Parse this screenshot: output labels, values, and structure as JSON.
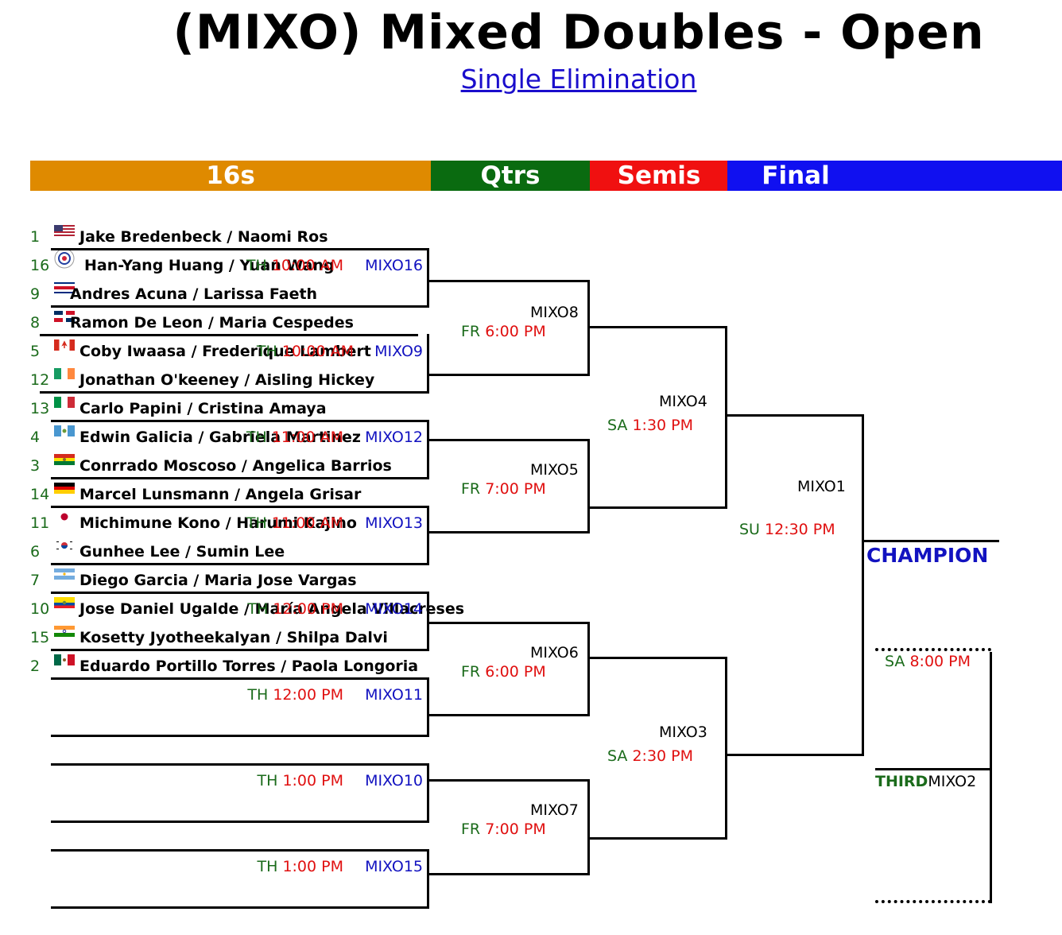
{
  "title": "(MIXO) Mixed Doubles - Open",
  "subtitle": "Single Elimination",
  "rounds": [
    {
      "label": "16s",
      "color": "#df8a00"
    },
    {
      "label": "Qtrs",
      "color": "#0a6b10"
    },
    {
      "label": "Semis",
      "color": "#f01010"
    },
    {
      "label": "Final",
      "color": "#1010f0"
    }
  ],
  "teams": [
    {
      "seed": "1",
      "name": "Jake Bredenbeck / Naomi Ros",
      "flag": "usa-flag-icon"
    },
    {
      "seed": "16",
      "name": "Han-Yang Huang / Yuan Wang",
      "flag": "chinese-taipei-flag-icon"
    },
    {
      "seed": "9",
      "name": "Andres Acuna / Larissa Faeth",
      "flag": "costa-rica-flag-icon"
    },
    {
      "seed": "8",
      "name": "Ramon De Leon / Maria Cespedes",
      "flag": "dominican-republic-flag-icon"
    },
    {
      "seed": "5",
      "name": "Coby Iwaasa / Frederique Lambert",
      "flag": "canada-flag-icon"
    },
    {
      "seed": "12",
      "name": "Jonathan O'keeney / Aisling Hickey",
      "flag": "ireland-flag-icon"
    },
    {
      "seed": "13",
      "name": "Carlo Papini / Cristina Amaya",
      "flag": "italy-flag-icon"
    },
    {
      "seed": "4",
      "name": "Edwin Galicia / Gabriela Martinez",
      "flag": "guatemala-flag-icon"
    },
    {
      "seed": "3",
      "name": "Conrrado Moscoso / Angelica Barrios",
      "flag": "bolivia-flag-icon"
    },
    {
      "seed": "14",
      "name": "Marcel Lunsmann / Angela Grisar",
      "flag": "germany-flag-icon"
    },
    {
      "seed": "11",
      "name": "Michimune Kono / Harumi Kajino",
      "flag": "japan-flag-icon"
    },
    {
      "seed": "6",
      "name": "Gunhee Lee / Sumin Lee",
      "flag": "south-korea-flag-icon"
    },
    {
      "seed": "7",
      "name": "Diego Garcia / Maria Jose Vargas",
      "flag": "argentina-flag-icon"
    },
    {
      "seed": "10",
      "name": "Jose Daniel Ugalde / María Angela Villacreses",
      "flag": "ecuador-flag-icon"
    },
    {
      "seed": "15",
      "name": "Kosetty Jyotheekalyan / Shilpa Dalvi",
      "flag": "india-flag-icon"
    },
    {
      "seed": "2",
      "name": "Eduardo Portillo Torres / Paola Longoria",
      "flag": "mexico-flag-icon"
    }
  ],
  "r16": [
    {
      "day": "TH",
      "time": "10:00 AM",
      "code": "MIXO16"
    },
    {
      "day": "TH",
      "time": "10:00 AM",
      "code": "MIXO9"
    },
    {
      "day": "TH",
      "time": "11:00 AM",
      "code": "MIXO12"
    },
    {
      "day": "TH",
      "time": "11:00 AM",
      "code": "MIXO13"
    },
    {
      "day": "TH",
      "time": "12:00 PM",
      "code": "MIXO14"
    },
    {
      "day": "TH",
      "time": "12:00 PM",
      "code": "MIXO11"
    },
    {
      "day": "TH",
      "time": "1:00 PM",
      "code": "MIXO10"
    },
    {
      "day": "TH",
      "time": "1:00 PM",
      "code": "MIXO15"
    }
  ],
  "qtrs": [
    {
      "code": "MIXO8",
      "day": "FR",
      "time": "6:00 PM"
    },
    {
      "code": "MIXO5",
      "day": "FR",
      "time": "7:00 PM"
    },
    {
      "code": "MIXO6",
      "day": "FR",
      "time": "6:00 PM"
    },
    {
      "code": "MIXO7",
      "day": "FR",
      "time": "7:00 PM"
    }
  ],
  "semis": [
    {
      "code": "MIXO4",
      "day": "SA",
      "time": "1:30 PM"
    },
    {
      "code": "MIXO3",
      "day": "SA",
      "time": "2:30 PM"
    }
  ],
  "final": {
    "code": "MIXO1",
    "day": "SU",
    "time": "12:30 PM"
  },
  "champion_label": "CHAMPION",
  "third_place": {
    "day": "SA",
    "time": "8:00 PM",
    "label": "THIRD",
    "code": "MIXO2"
  }
}
